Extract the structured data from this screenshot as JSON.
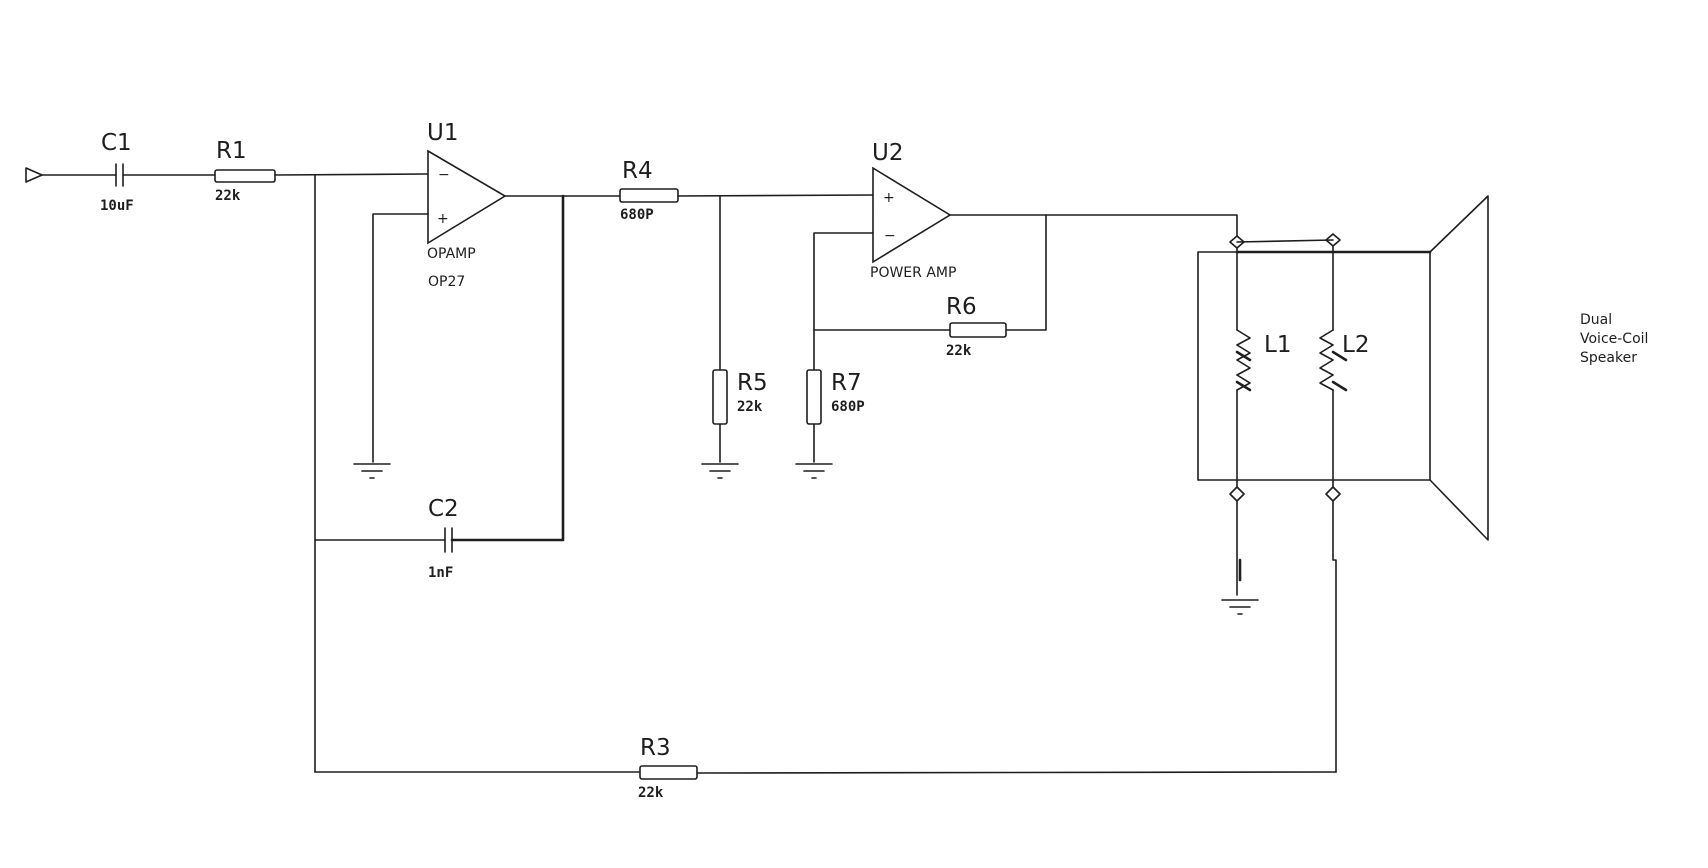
{
  "components": {
    "C1": {
      "ref": "C1",
      "value": "10uF"
    },
    "R1": {
      "ref": "R1",
      "value": "22k"
    },
    "U1": {
      "ref": "U1",
      "type": "OPAMP",
      "part": "OP27"
    },
    "R4": {
      "ref": "R4",
      "value": "680P"
    },
    "U2": {
      "ref": "U2",
      "type": "POWER AMP"
    },
    "R6": {
      "ref": "R6",
      "value": "22k"
    },
    "R5": {
      "ref": "R5",
      "value": "22k"
    },
    "R7": {
      "ref": "R7",
      "value": "680P"
    },
    "C2": {
      "ref": "C2",
      "value": "1nF"
    },
    "R3": {
      "ref": "R3",
      "value": "22k"
    },
    "L1": {
      "ref": "L1"
    },
    "L2": {
      "ref": "L2"
    }
  },
  "opamp_pins": {
    "minus": "−",
    "plus": "+"
  },
  "speaker": {
    "label_lines": [
      "Dual",
      "Voice-Coil",
      "Speaker"
    ]
  },
  "colors": {
    "ink": "#1e1e1e",
    "background": "#ffffff"
  }
}
